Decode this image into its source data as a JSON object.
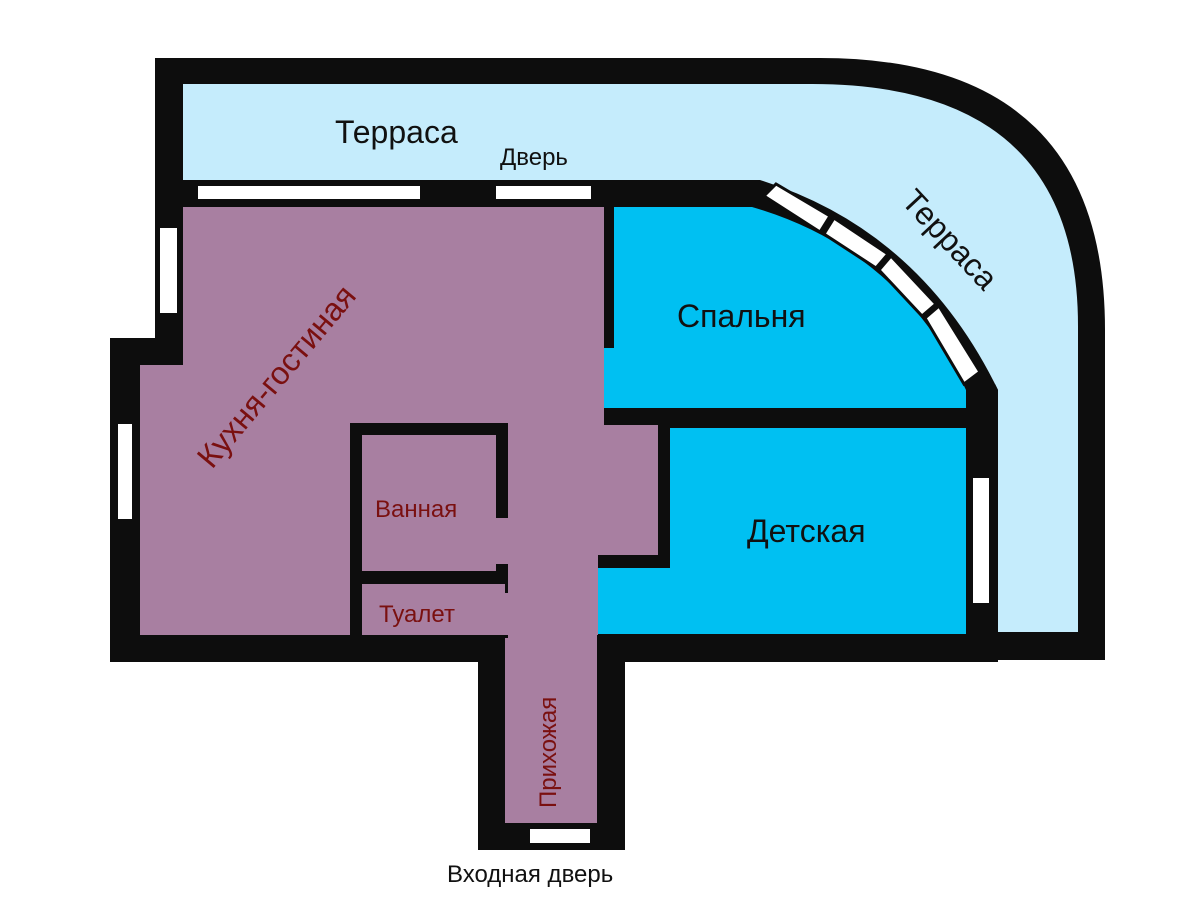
{
  "colors": {
    "wall": "#0d0d0d",
    "terrace": "#c5ecfc",
    "bedroom": "#00c0f2",
    "common": "#a87fa1",
    "window": "#ffffff",
    "label_dark": "#111111",
    "label_red": "#7a1010"
  },
  "labels": {
    "terrace_top": "Терраса",
    "terrace_side": "Терраса",
    "door": "Дверь",
    "bedroom": "Спальня",
    "kitchen_living": "Кухня-гостиная",
    "bathroom": "Ванная",
    "toilet": "Туалет",
    "nursery": "Детская",
    "hallway": "Прихожая",
    "entrance_door": "Входная дверь"
  }
}
